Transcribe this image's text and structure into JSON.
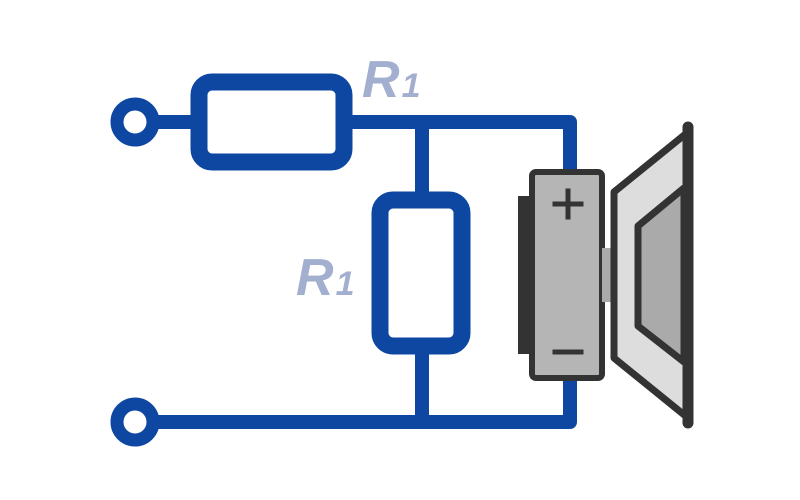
{
  "colors": {
    "wire": "#0d47a1",
    "resistor_outline": "#0d47a1",
    "label": "#a3afcf",
    "speaker_dark": "#333333",
    "speaker_magnet": "#b5b5b5",
    "speaker_cone_outer": "#dddddd",
    "speaker_cone_inner": "#aaaaaa",
    "background": "#ffffff"
  },
  "labels": {
    "r_series": {
      "main": "R",
      "sub": "1"
    },
    "r_shunt": {
      "main": "R",
      "sub": "1"
    }
  },
  "icons": {
    "speaker": "speaker-icon",
    "plus": "plus-sign-icon",
    "minus": "minus-sign-icon",
    "terminal": "terminal-icon"
  }
}
